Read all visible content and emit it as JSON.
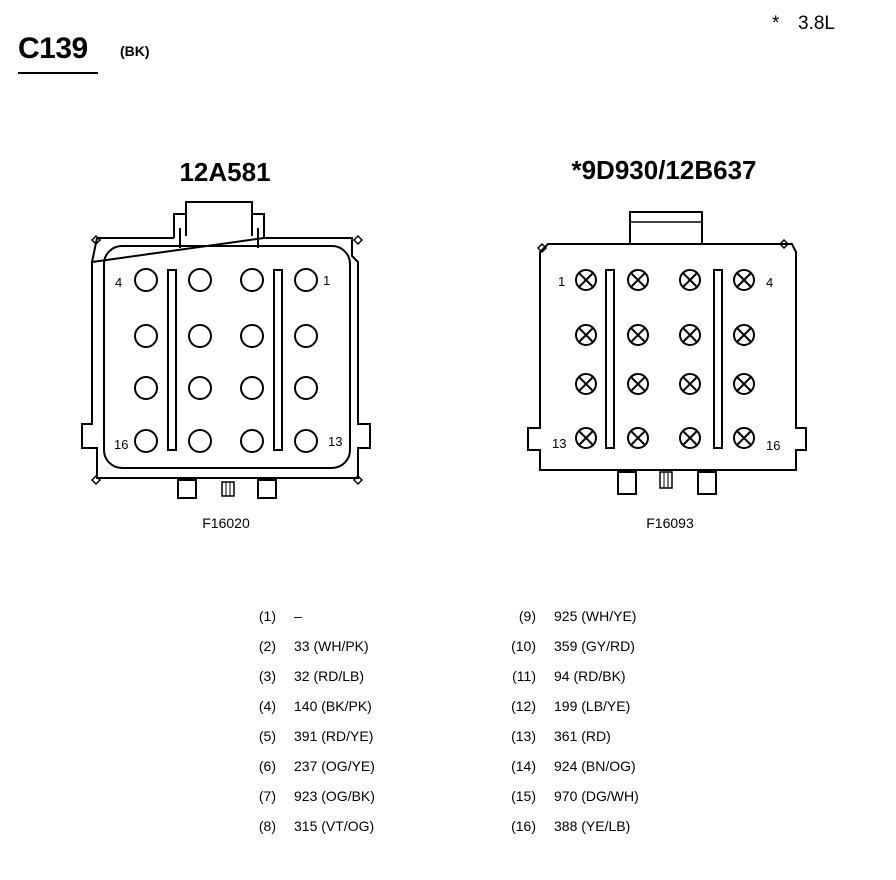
{
  "header": {
    "connector_id": "C139",
    "color": "(BK)",
    "note_symbol": "*",
    "note_text": "3.8L"
  },
  "left_connector": {
    "part_number": "12A581",
    "figure_code": "F16020",
    "pin_labels": {
      "top_left": "4",
      "top_right": "1",
      "bottom_left": "16",
      "bottom_right": "13"
    }
  },
  "right_connector": {
    "part_number": "*9D930/12B637",
    "figure_code": "F16093",
    "pin_labels": {
      "top_left": "1",
      "top_right": "4",
      "bottom_left": "13",
      "bottom_right": "16"
    }
  },
  "pinout": {
    "left_column": [
      {
        "pin": "(1)",
        "wire": "–"
      },
      {
        "pin": "(2)",
        "wire": "33 (WH/PK)"
      },
      {
        "pin": "(3)",
        "wire": "32 (RD/LB)"
      },
      {
        "pin": "(4)",
        "wire": "140 (BK/PK)"
      },
      {
        "pin": "(5)",
        "wire": "391 (RD/YE)"
      },
      {
        "pin": "(6)",
        "wire": "237 (OG/YE)"
      },
      {
        "pin": "(7)",
        "wire": "923 (OG/BK)"
      },
      {
        "pin": "(8)",
        "wire": "315 (VT/OG)"
      }
    ],
    "right_column": [
      {
        "pin": "(9)",
        "wire": "925 (WH/YE)"
      },
      {
        "pin": "(10)",
        "wire": "359 (GY/RD)"
      },
      {
        "pin": "(11)",
        "wire": "94 (RD/BK)"
      },
      {
        "pin": "(12)",
        "wire": "199 (LB/YE)"
      },
      {
        "pin": "(13)",
        "wire": "361 (RD)"
      },
      {
        "pin": "(14)",
        "wire": "924 (BN/OG)"
      },
      {
        "pin": "(15)",
        "wire": "970 (DG/WH)"
      },
      {
        "pin": "(16)",
        "wire": "388 (YE/LB)"
      }
    ]
  }
}
